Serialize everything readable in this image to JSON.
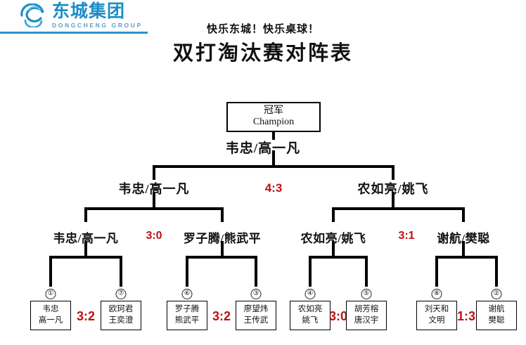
{
  "brand": {
    "logo_icon": "dongcheng-swirl-logo",
    "name_cn": "东城集团",
    "name_en": "DONGCHENG GROUP",
    "color": "#1b8dc6"
  },
  "titles": {
    "subtitle": "快乐东城！快乐桌球！",
    "main": "双打淘汰赛对阵表"
  },
  "colors": {
    "score_red": "#bf0f10",
    "line_black": "#000000",
    "brand_blue": "#1b8dc6"
  },
  "champion": {
    "label_cn": "冠军",
    "label_en": "Champion",
    "winner": "韦忠/高一凡"
  },
  "final": {
    "score": "4:3",
    "left": "韦忠/高一凡",
    "right": "农如亮/姚飞"
  },
  "semifinals": [
    {
      "left": "韦忠/高一凡",
      "score": "3:0",
      "right": "罗子腾/熊武平",
      "winner": "韦忠/高一凡"
    },
    {
      "left": "农如亮/姚飞",
      "score": "3:1",
      "right": "谢航/樊聪",
      "winner": "农如亮/姚飞"
    }
  ],
  "quarterfinals": [
    {
      "score": "3:2",
      "teams": [
        {
          "seed": "①",
          "line1": "韦忠",
          "line2": "高一凡"
        },
        {
          "seed": "⑦",
          "line1": "欧珂君",
          "line2": "王奕澄"
        }
      ]
    },
    {
      "score": "3:2",
      "teams": [
        {
          "seed": "⑥",
          "line1": "罗子腾",
          "line2": "熊武平"
        },
        {
          "seed": "③",
          "line1": "廖望炜",
          "line2": "王传武"
        }
      ]
    },
    {
      "score": "3:0",
      "teams": [
        {
          "seed": "④",
          "line1": "农如亮",
          "line2": "姚飞"
        },
        {
          "seed": "⑤",
          "line1": "胡芳榕",
          "line2": "唐汉宇"
        }
      ]
    },
    {
      "score": "1:3",
      "teams": [
        {
          "seed": "⑧",
          "line1": "刘天和",
          "line2": "文明"
        },
        {
          "seed": "②",
          "line1": "谢航",
          "line2": "樊聪"
        }
      ]
    }
  ]
}
